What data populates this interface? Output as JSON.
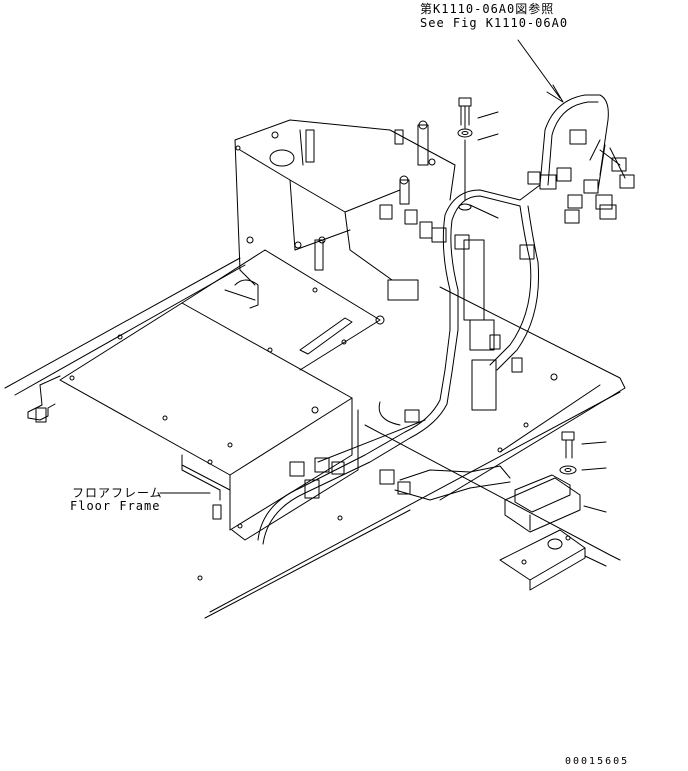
{
  "labels": {
    "ref_japanese": "第K1110-06A0図参照",
    "ref_english": "See Fig K1110-06A0",
    "floor_frame_japanese": "フロアフレーム",
    "floor_frame_english": "Floor Frame",
    "document_number": "00015605"
  },
  "colors": {
    "line": "#000000",
    "background": "#ffffff"
  }
}
